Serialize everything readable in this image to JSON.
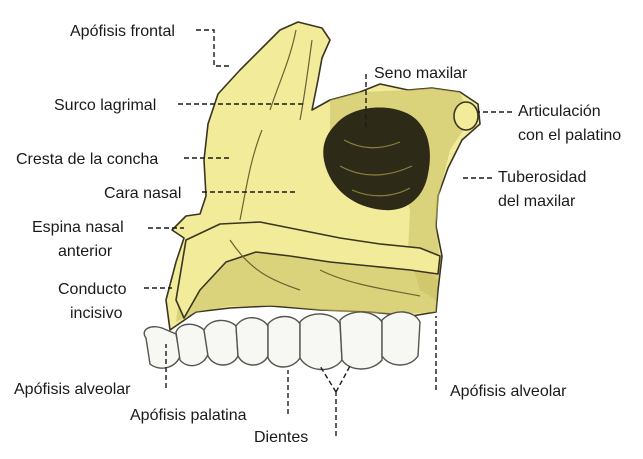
{
  "labels": {
    "apofisis_frontal": "Apófisis frontal",
    "surco_lagrimal": "Surco lagrimal",
    "cresta_concha": "Cresta de la concha",
    "cara_nasal": "Cara nasal",
    "espina_nasal_1": "Espina nasal",
    "espina_nasal_2": "anterior",
    "conducto_1": "Conducto",
    "conducto_2": "incisivo",
    "apofisis_alveolar_left": "Apófisis alveolar",
    "apofisis_palatina": "Apófisis palatina",
    "dientes": "Dientes",
    "seno_maxilar": "Seno maxilar",
    "articulacion_1": "Articulación",
    "articulacion_2": "con el palatino",
    "tuberosidad_1": "Tuberosidad",
    "tuberosidad_2": "del maxilar",
    "apofisis_alveolar_right": "Apófisis alveolar"
  },
  "colors": {
    "bone": "#f2eb9a",
    "bone_shadow": "#c9bf63",
    "sinus": "#2e2a18",
    "teeth": "#f7f7f4",
    "leader_lines": "#1a1a1a"
  }
}
